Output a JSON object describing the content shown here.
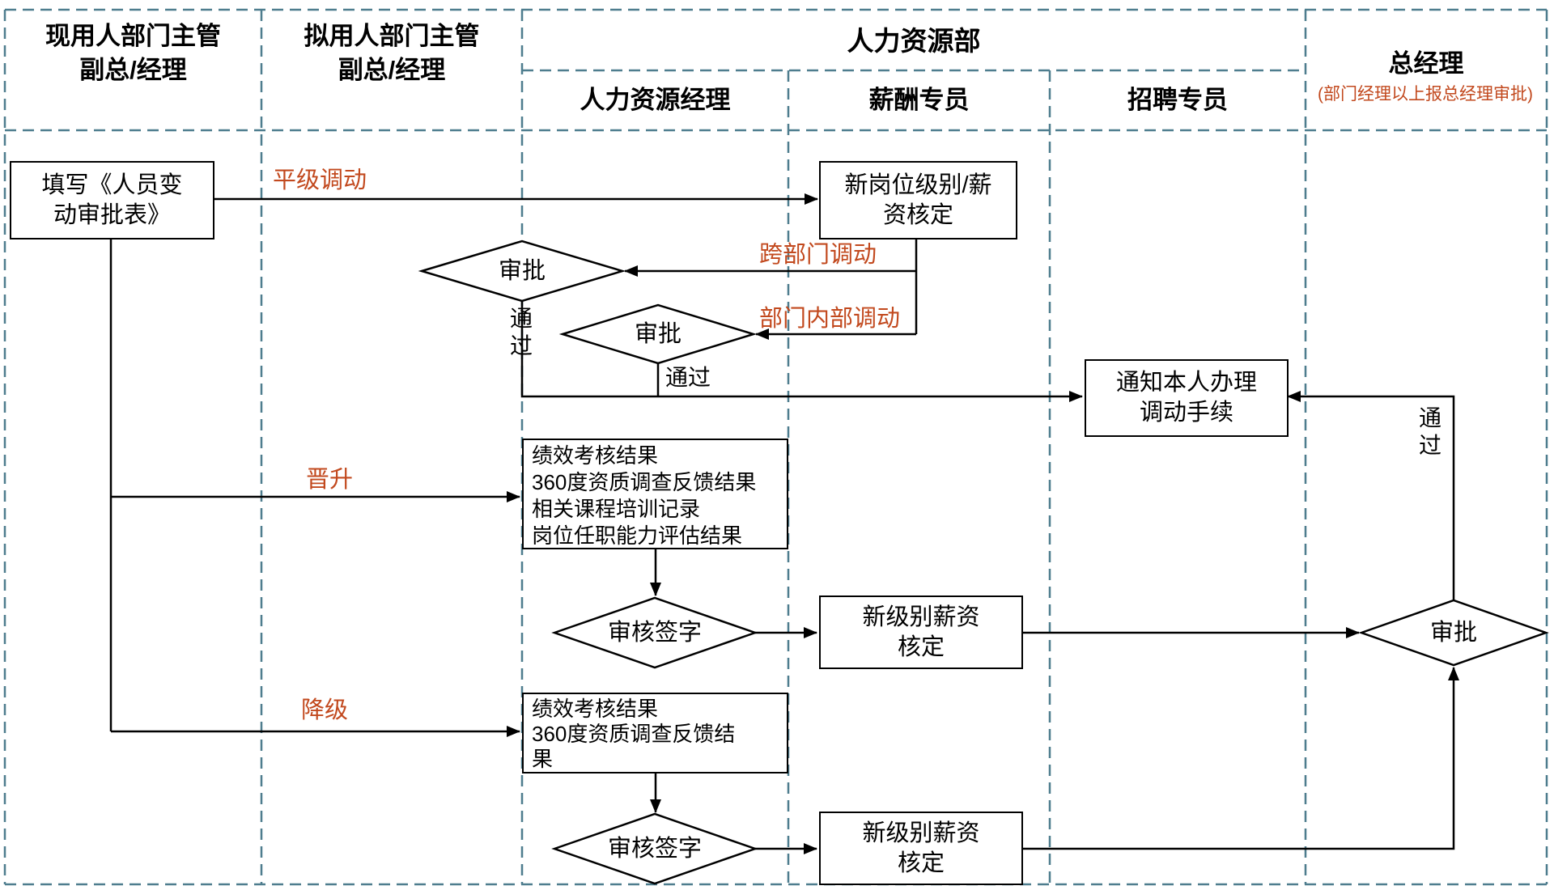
{
  "lanes": {
    "current_dept_head": {
      "line1": "现用人部门主管",
      "line2": "副总/经理"
    },
    "proposed_dept_head": {
      "line1": "拟用人部门主管",
      "line2": "副总/经理"
    },
    "hr_department": {
      "title": "人力资源部"
    },
    "hr_manager": {
      "title": "人力资源经理"
    },
    "compensation_specialist": {
      "title": "薪酬专员"
    },
    "recruitment_specialist": {
      "title": "招聘专员"
    },
    "general_manager": {
      "title": "总经理",
      "note": "(部门经理以上报总经理审批)"
    }
  },
  "nodes": {
    "fill_form": {
      "lines": [
        "填写《人员变",
        "动审批表》"
      ]
    },
    "new_position_salary": {
      "lines": [
        "新岗位级别/薪",
        "资核定"
      ]
    },
    "approve1": {
      "label": "审批"
    },
    "approve2": {
      "label": "审批"
    },
    "notify_transfer": {
      "lines": [
        "通知本人办理",
        "调动手续"
      ]
    },
    "promotion_docs": {
      "lines": [
        "绩效考核结果",
        "360度资质调查反馈结果",
        "相关课程培训记录",
        "岗位任职能力评估结果"
      ]
    },
    "review_sign1": {
      "label": "审核签字"
    },
    "new_level_salary1": {
      "lines": [
        "新级别薪资",
        "核定"
      ]
    },
    "demotion_docs": {
      "lines": [
        "绩效考核结果",
        "360度资质调查反馈结",
        "果"
      ]
    },
    "review_sign2": {
      "label": "审核签字"
    },
    "new_level_salary2": {
      "lines": [
        "新级别薪资",
        "核定"
      ]
    },
    "gm_approve": {
      "label": "审批"
    }
  },
  "edge_labels": {
    "lateral_transfer": "平级调动",
    "cross_dept_transfer": "跨部门调动",
    "internal_transfer": "部门内部调动",
    "promotion": "晋升",
    "demotion": "降级",
    "pass1": "通过",
    "pass2": "通过",
    "pass_gm": "通过"
  },
  "colors": {
    "accent_red": "#c2491e",
    "lane_border": "#4e7d8e",
    "flow_line": "#000000",
    "background": "#ffffff"
  }
}
